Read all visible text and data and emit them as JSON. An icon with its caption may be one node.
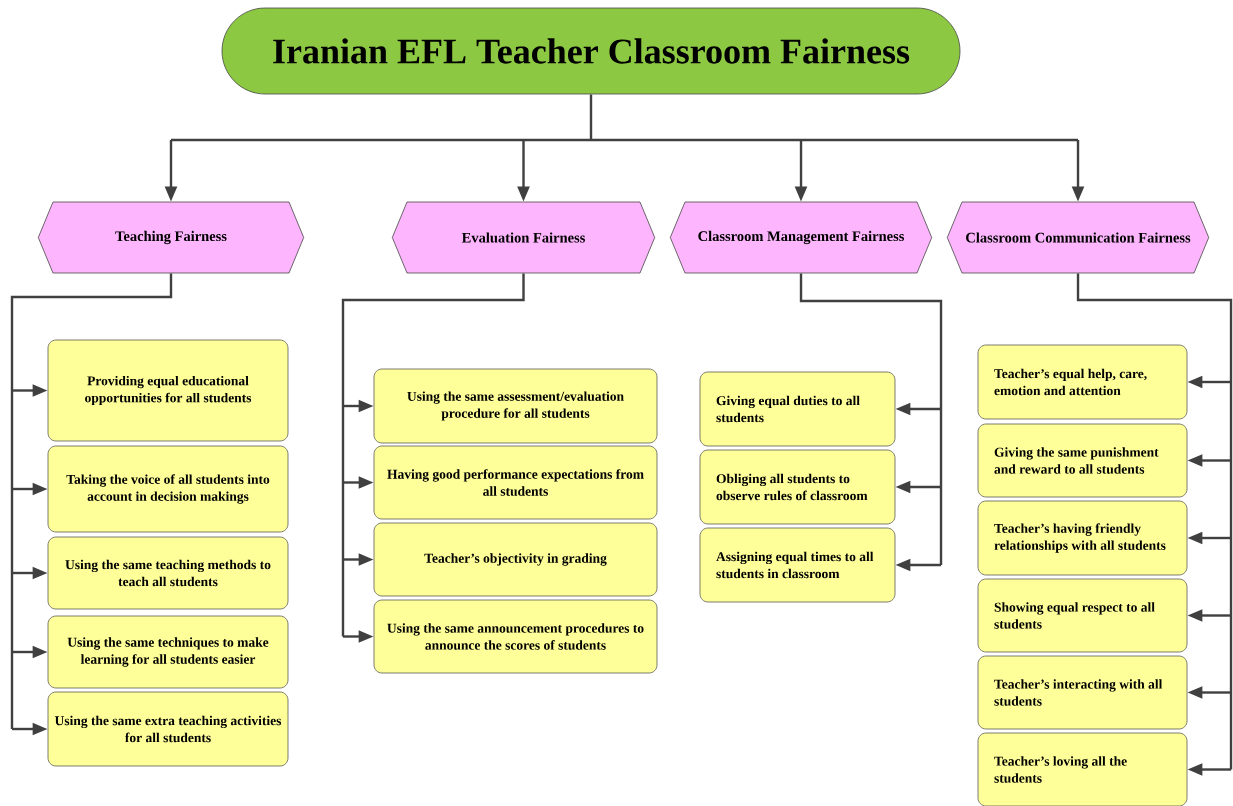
{
  "diagram": {
    "nodes": [
      {
        "text": [
          "Iranian EFL Teacher Classroom Fairness"
        ]
      },
      {
        "text": [
          "Teaching Fairness"
        ]
      },
      {
        "text": [
          "Evaluation Fairness"
        ]
      },
      {
        "text": [
          "Classroom Management Fairness"
        ]
      },
      {
        "text": [
          "Classroom Communication Fairness"
        ]
      },
      {
        "text": [
          "Providing equal educational opportunities for all students"
        ]
      },
      {
        "text": [
          "Taking the voice of all students into account in decision makings"
        ]
      },
      {
        "text": [
          "Using the same teaching methods to teach all students"
        ]
      },
      {
        "text": [
          "Using the same techniques to make learning for all students easier"
        ]
      },
      {
        "text": [
          "Using the same extra teaching activities for all students"
        ]
      },
      {
        "text": [
          "Using the same assessment/evaluation procedure for all students"
        ]
      },
      {
        "text": [
          "Having good performance expectations from all students"
        ]
      },
      {
        "text": [
          "Teacher’s objectivity in grading"
        ]
      },
      {
        "text": [
          "Using the same announcement procedures to announce the scores of students"
        ]
      },
      {
        "text": [
          "Giving equal duties to all students"
        ]
      },
      {
        "text": [
          "Obliging all students to observe rules of classroom"
        ]
      },
      {
        "text": [
          "Assigning equal times to all students in classroom"
        ]
      },
      {
        "text": [
          "Teacher’s equal help, care, emotion and attention"
        ]
      },
      {
        "text": [
          "Giving the same punishment and reward to all students"
        ]
      },
      {
        "text": [
          "Teacher’s having friendly relationships with all students"
        ]
      },
      {
        "text": [
          "Showing equal respect to all students"
        ]
      },
      {
        "text": [
          "Teacher’s interacting with all students"
        ]
      },
      {
        "text": [
          "Teacher’s loving all the students"
        ]
      }
    ],
    "edges": [
      {
        "from": 0,
        "to": 1,
        "arrow": "to"
      },
      {
        "from": 0,
        "to": 2,
        "arrow": "to"
      },
      {
        "from": 0,
        "to": 3,
        "arrow": "to"
      },
      {
        "from": 0,
        "to": 4,
        "arrow": "to"
      },
      {
        "from": 1,
        "to": 5,
        "arrow": "to"
      },
      {
        "from": 1,
        "to": 6,
        "arrow": "to"
      },
      {
        "from": 1,
        "to": 7,
        "arrow": "to"
      },
      {
        "from": 1,
        "to": 8,
        "arrow": "to"
      },
      {
        "from": 1,
        "to": 9,
        "arrow": "to"
      },
      {
        "from": 2,
        "to": 10,
        "arrow": "to"
      },
      {
        "from": 2,
        "to": 11,
        "arrow": "to"
      },
      {
        "from": 2,
        "to": 12,
        "arrow": "to"
      },
      {
        "from": 2,
        "to": 13,
        "arrow": "to"
      },
      {
        "from": 3,
        "to": 14,
        "arrow": "to"
      },
      {
        "from": 3,
        "to": 15,
        "arrow": "to"
      },
      {
        "from": 3,
        "to": 16,
        "arrow": "to"
      },
      {
        "from": 4,
        "to": 17,
        "arrow": "to"
      },
      {
        "from": 4,
        "to": 18,
        "arrow": "to"
      },
      {
        "from": 4,
        "to": 19,
        "arrow": "to"
      },
      {
        "from": 4,
        "to": 20,
        "arrow": "to"
      },
      {
        "from": 4,
        "to": 21,
        "arrow": "to"
      },
      {
        "from": 4,
        "to": 22,
        "arrow": "to"
      }
    ]
  }
}
